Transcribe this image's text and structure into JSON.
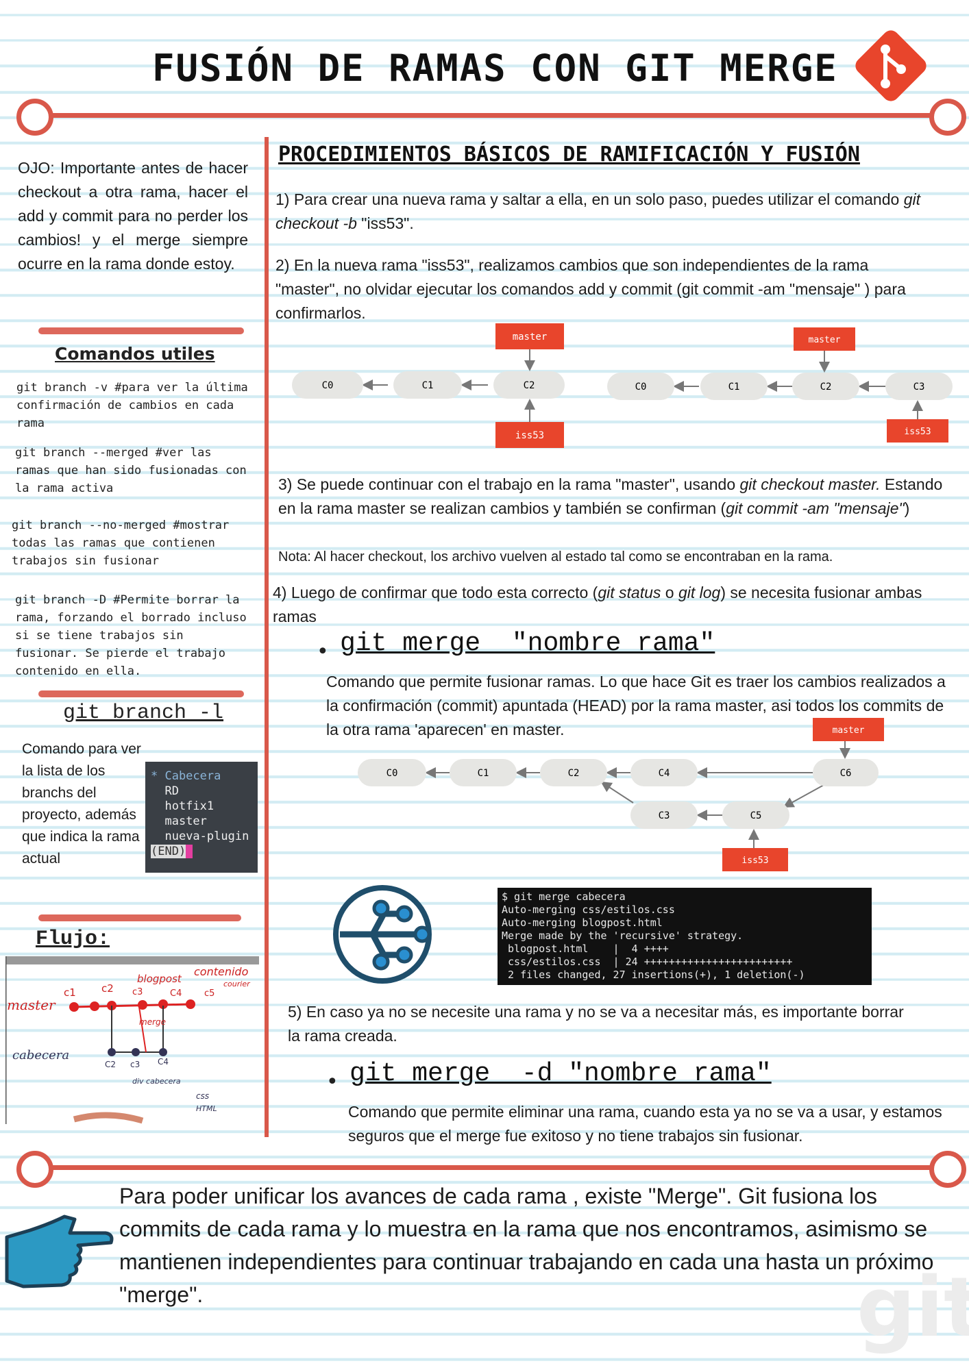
{
  "title": "Fusión de ramas con git merge",
  "colors": {
    "accent": "#d9584a",
    "git_orange": "#e8452c",
    "node_grey": "#e6e6e3",
    "hand_blue": "#2c99c3"
  },
  "sidebar": {
    "warning": "OJO: Importante antes de hacer checkout a otra rama, hacer el add y commit para no perder los cambios! y el merge siempre ocurre en la rama donde estoy.",
    "commands_title": "Comandos utiles",
    "commands": [
      "git branch -v #para ver la última confirmación de cambios en cada rama",
      "git branch --merged #ver las ramas que han sido fusionadas con la rama activa",
      "git branch --no-merged #mostrar todas las ramas que contienen trabajos sin fusionar",
      "git branch -D #Permite borrar la rama, forzando el borrado incluso si se tiene trabajos sin fusionar. Se pierde el trabajo contenido en ella."
    ],
    "branch_list_title": "git branch -l",
    "branch_list_desc": "Comando para ver la lista de los branchs del proyecto, además que indica la rama actual",
    "branch_terminal": {
      "current": "* Cabecera",
      "lines": [
        "RD",
        "hotfix1",
        "master",
        "nueva-plugin"
      ],
      "end": "(END)"
    },
    "flow_title": "Flujo:",
    "flow_labels": {
      "master": "master",
      "cabecera": "cabecera",
      "c1": "c1",
      "c2": "c2",
      "c3": "c3",
      "c4": "C4",
      "c5": "c5",
      "blogpost": "blogpost",
      "contenido": "contenido",
      "courier": "courier",
      "merge": "merge",
      "lc2": "C2",
      "lc3": "c3",
      "lc4": "C4",
      "div": "div cabecera",
      "css": "css",
      "html": "HTML"
    }
  },
  "main": {
    "section_title": "Procedimientos básicos de ramificación y fusión",
    "step1": {
      "text": "1) Para crear una nueva rama y saltar a ella, en un solo paso, puedes utilizar el comando ",
      "cmd": "git checkout -b",
      "end": " \"iss53\"."
    },
    "step2": "2)  En la nueva rama \"iss53\", realizamos cambios que son independientes de la rama \"master\", no olvidar ejecutar los comandos add y commit (git commit -am \"mensaje\" ) para confirmarlos.",
    "diagram1": {
      "nodes": [
        "C0",
        "C1",
        "C2"
      ],
      "master": "master",
      "branch": "iss53"
    },
    "diagram2": {
      "nodes": [
        "C0",
        "C1",
        "C2",
        "C3"
      ],
      "master": "master",
      "branch": "iss53"
    },
    "step3": {
      "a": "3)  Se puede continuar con el trabajo en la rama \"master\", usando ",
      "cmd": "git checkout master.",
      "b": " Estando en la rama master se realizan cambios y también se confirman (",
      "cmd2": "git commit -am \"mensaje\"",
      "c": ")"
    },
    "step3_note": "Nota: Al hacer checkout, los archivo vuelven al estado tal como se encontraban en la rama.",
    "step4": {
      "a": "4) Luego de confirmar que todo esta correcto (",
      "cmd1": "git status",
      "b": " o ",
      "cmd2": "git log",
      "c": ") se necesita fusionar ambas ramas"
    },
    "merge_cmd": "git merge  \"nombre rama\"",
    "merge_desc": "Comando que permite fusionar ramas. Lo que hace Git es traer los cambios realizados a la confirmación (commit) apuntada (HEAD) por la rama master, asi todos los commits de la otra rama 'aparecen' en master.",
    "diagram3": {
      "nodes": [
        "C0",
        "C1",
        "C2",
        "C4",
        "C6",
        "C3",
        "C5"
      ],
      "master": "master",
      "branch": "iss53"
    },
    "terminal": [
      "$ git merge cabecera",
      "Auto-merging css/estilos.css",
      "Auto-merging blogpost.html",
      "Merge made by the 'recursive' strategy.",
      " blogpost.html    |  4 ++++",
      " css/estilos.css  | 24 ++++++++++++++++++++++++",
      " 2 files changed, 27 insertions(+), 1 deletion(-)"
    ],
    "step5": "5) En caso ya no se necesite una rama y no se va a necesitar más, es importante borrar la rama creada.",
    "delete_cmd": "git merge  -d \"nombre rama\"",
    "delete_desc": "Comando que permite eliminar una rama, cuando esta ya no se va a usar, y estamos seguros que el merge fue exitoso y no tiene trabajos sin fusionar."
  },
  "footer": {
    "text": "Para poder unificar los avances de cada rama , existe \"Merge\".  Git fusiona los commits de cada rama y lo muestra en la rama que nos encontramos, asimismo se mantienen independientes para continuar trabajando en cada una hasta un próximo \"merge\".",
    "watermark": "git"
  }
}
